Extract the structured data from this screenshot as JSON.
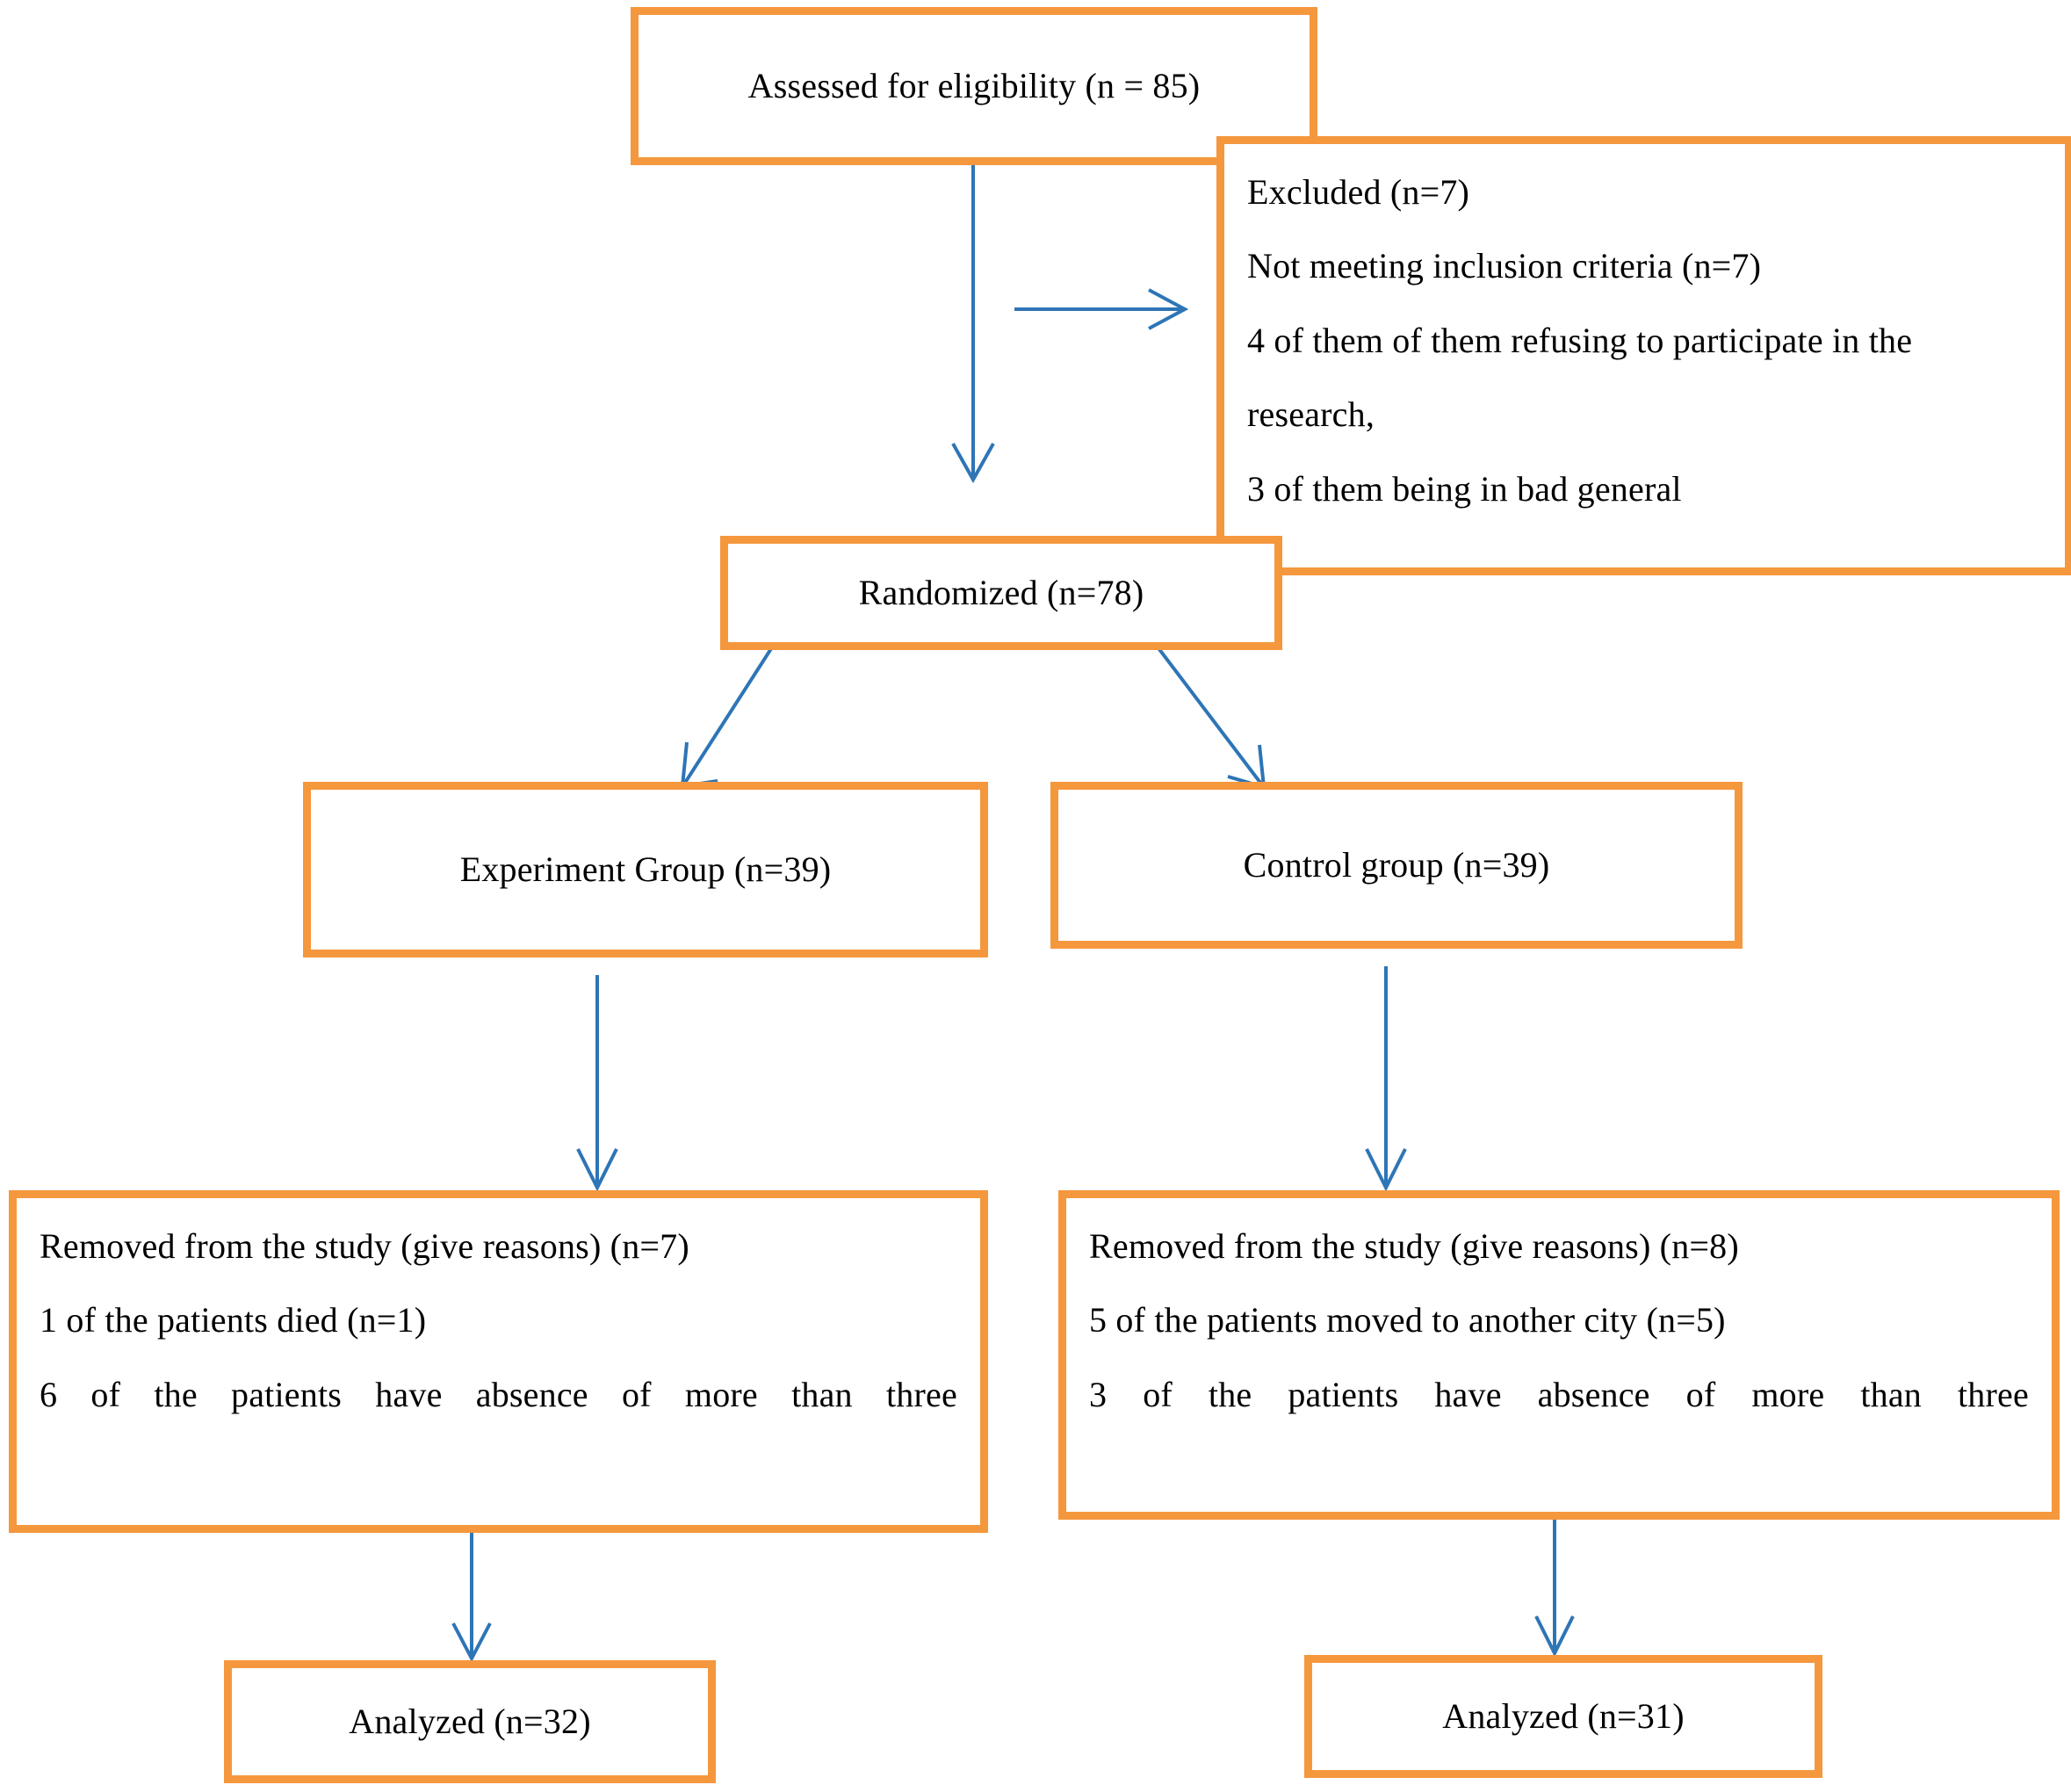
{
  "diagram": {
    "type": "consort-flow-diagram",
    "colors": {
      "box_border": "#F5973D",
      "arrow": "#2E75B6",
      "text": "#000000",
      "background": "#FFFFFF"
    },
    "nodes": {
      "assessed": {
        "label": "Assessed for eligibility (n = 85)",
        "lines": [
          "Assessed for eligibility (n = 85)"
        ]
      },
      "excluded": {
        "lines": [
          "Excluded (n=7)",
          "Not meeting inclusion criteria (n=7)",
          "4 of them of them refusing to participate in the",
          "research,",
          "3 of them being in bad general"
        ]
      },
      "randomized": {
        "label": "Randomized (n=78)",
        "lines": [
          "Randomized (n=78)"
        ]
      },
      "experiment_group": {
        "label": "Experiment Group (n=39)",
        "lines": [
          "Experiment Group (n=39)"
        ]
      },
      "control_group": {
        "label": "Control group (n=39)",
        "lines": [
          "Control group (n=39)"
        ]
      },
      "removed_experiment": {
        "lines": [
          "Removed from the study (give reasons) (n=7)",
          "1 of the patients died (n=1)"
        ],
        "justified_line_words": [
          "6",
          "of",
          "the",
          "patients",
          "have",
          "absence",
          "of",
          "more",
          "than",
          "three"
        ]
      },
      "removed_control": {
        "lines": [
          "Removed from the study (give reasons) (n=8)",
          "5 of the patients moved to another city (n=5)"
        ],
        "justified_line_words": [
          "3",
          "of",
          "the",
          "patients",
          "have",
          "absence",
          "of",
          "more",
          "than",
          "three"
        ]
      },
      "analyzed_experiment": {
        "label": "Analyzed (n=32)",
        "lines": [
          "Analyzed (n=32)"
        ]
      },
      "analyzed_control": {
        "label": "Analyzed (n=31)",
        "lines": [
          "Analyzed (n=31)"
        ]
      }
    },
    "counts": {
      "assessed": 85,
      "excluded": 7,
      "not_meeting_inclusion_criteria": 7,
      "refusing_to_participate": 4,
      "bad_general_condition": 3,
      "randomized": 78,
      "experiment_group": 39,
      "control_group": 39,
      "removed_experiment": 7,
      "experiment_died": 1,
      "experiment_absence": 6,
      "removed_control": 8,
      "control_moved_city": 5,
      "control_absence": 3,
      "analyzed_experiment": 32,
      "analyzed_control": 31
    }
  }
}
